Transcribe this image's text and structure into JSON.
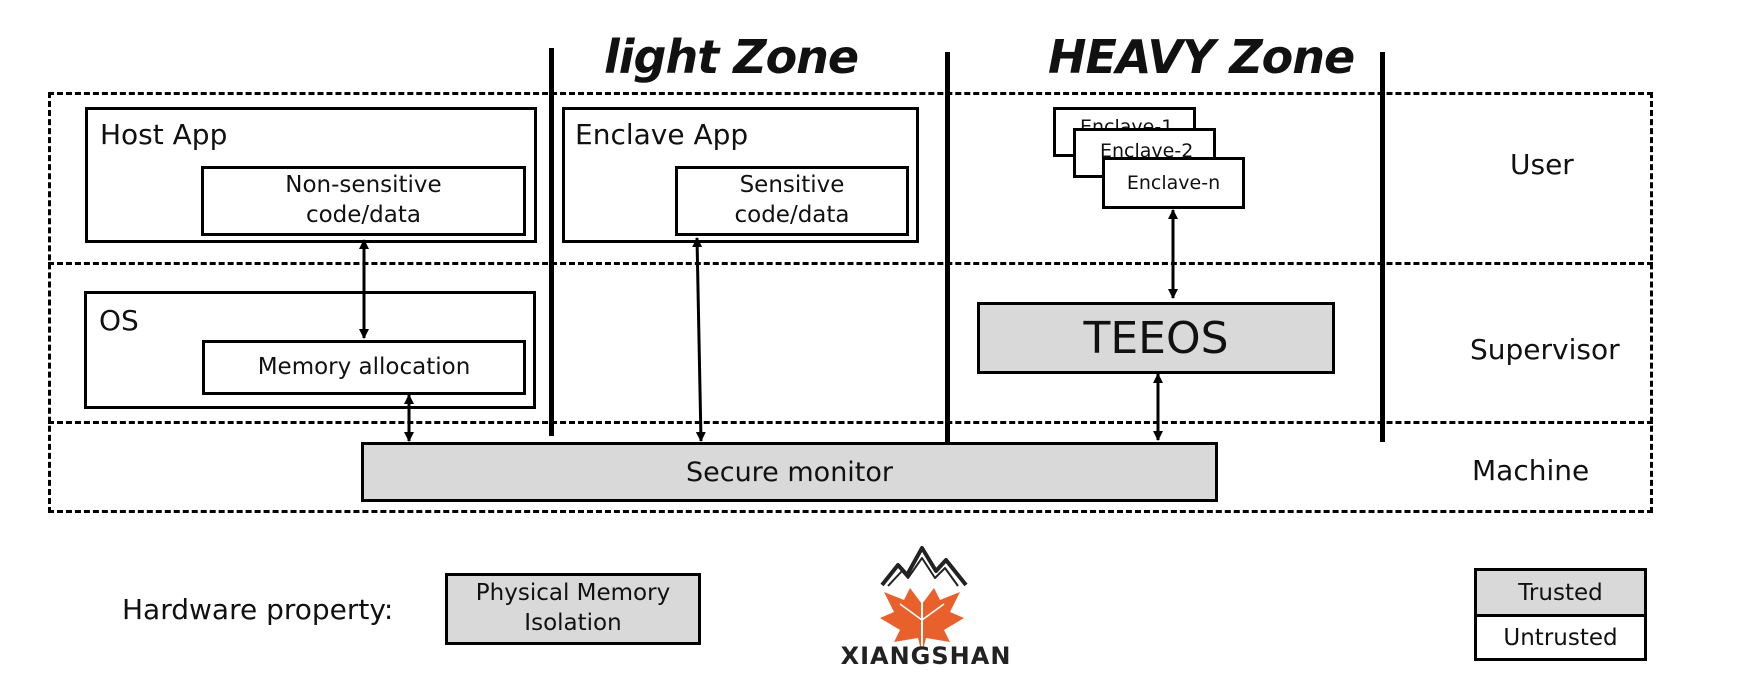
{
  "zones": {
    "light": "light Zone",
    "heavy": "HEAVY Zone"
  },
  "layers": {
    "user": "User",
    "supervisor": "Supervisor",
    "machine": "Machine"
  },
  "host_app": {
    "title": "Host App",
    "inner": "Non-sensitive\ncode/data"
  },
  "enclave_app": {
    "title": "Enclave App",
    "inner": "Sensitive\ncode/data"
  },
  "os": {
    "title": "OS",
    "inner": "Memory allocation"
  },
  "enclaves": [
    "Enclave-1",
    "Enclave-2",
    "Enclave-n"
  ],
  "teeos": "TEEOS",
  "secure_monitor": "Secure monitor",
  "hardware": {
    "label": "Hardware property:",
    "box": "Physical Memory\nIsolation"
  },
  "legend": {
    "trusted": "Trusted",
    "untrusted": "Untrusted"
  },
  "logo": {
    "text": "XIANGSHAN",
    "color": "#e8612c"
  }
}
